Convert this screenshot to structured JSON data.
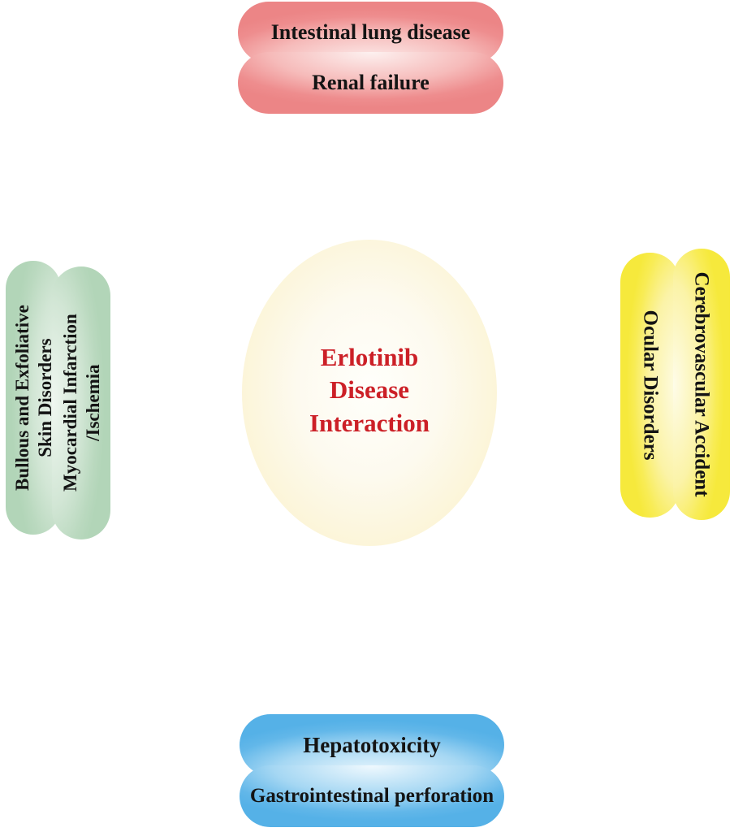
{
  "title": "Erlotinib Disease Interaction",
  "center": {
    "lines": [
      "Erlotinib",
      "Disease",
      "Interaction"
    ]
  },
  "top_group": {
    "pills": [
      {
        "label": "Intestinal lung disease"
      },
      {
        "label": "Renal failure"
      }
    ]
  },
  "bottom_group": {
    "pills": [
      {
        "label": "Hepatotoxicity"
      },
      {
        "label": "Gastrointestinal perforation"
      }
    ]
  },
  "left_group": {
    "pills": [
      {
        "lines": [
          "Bullous and Exfoliative",
          "Skin Disorders"
        ]
      },
      {
        "lines": [
          "Myocardial Infarction",
          "/Ischemia"
        ]
      }
    ]
  },
  "right_group": {
    "pills": [
      {
        "label": "Ocular Disorders"
      },
      {
        "label": "Cerebrovascular Accident"
      }
    ]
  },
  "colors": {
    "top_pills_edge": "#ec8586",
    "bottom_pills_edge": "#55b1e7",
    "left_pills_edge": "#b2d5b8",
    "right_pills_edge": "#f6e93c",
    "center_ellipse": "#faf2cc",
    "center_text": "#cc2027",
    "pill_text": "#141414"
  }
}
